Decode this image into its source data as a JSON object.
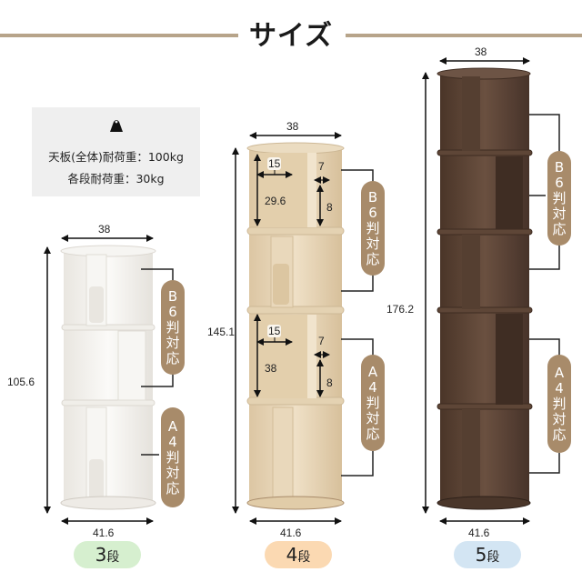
{
  "header": {
    "title": "サイズ",
    "rule_color": "#b7a48a"
  },
  "load_capacity": {
    "icon": "weight-icon",
    "top_board": "天板(全体)耐荷重：100kg",
    "each_shelf": "各段耐荷重：30kg"
  },
  "products": [
    {
      "tier_label_num": "3",
      "tier_label_unit": "段",
      "tier_badge_color": "#d6efcf",
      "finish_color": "#f4f2ee",
      "top_width": "38",
      "bottom_width": "41.6",
      "height": "105.6",
      "callouts": [
        {
          "chars": [
            "B",
            "6",
            "判",
            "対",
            "応"
          ]
        },
        {
          "chars": [
            "A",
            "4",
            "判",
            "対",
            "応"
          ]
        }
      ]
    },
    {
      "tier_label_num": "4",
      "tier_label_unit": "段",
      "tier_badge_color": "#fbd9b2",
      "finish_color": "#e8d6b9",
      "top_width": "38",
      "bottom_width": "41.6",
      "height": "145.1",
      "inner_dims": {
        "upper": {
          "depth": "15",
          "height": "29.6",
          "slot": "7",
          "divider": "8"
        },
        "lower": {
          "depth": "15",
          "height": "38",
          "slot": "7",
          "divider": "8"
        }
      },
      "callouts": [
        {
          "chars": [
            "B",
            "6",
            "判",
            "対",
            "応"
          ]
        },
        {
          "chars": [
            "A",
            "4",
            "判",
            "対",
            "応"
          ]
        }
      ]
    },
    {
      "tier_label_num": "5",
      "tier_label_unit": "段",
      "tier_badge_color": "#d3e5f3",
      "finish_color": "#5a4334",
      "top_width": "38",
      "bottom_width": "41.6",
      "height": "176.2",
      "callouts": [
        {
          "chars": [
            "B",
            "6",
            "判",
            "対",
            "応"
          ]
        },
        {
          "chars": [
            "A",
            "4",
            "判",
            "対",
            "応"
          ]
        }
      ]
    }
  ],
  "callout_color": "#a88b6a"
}
